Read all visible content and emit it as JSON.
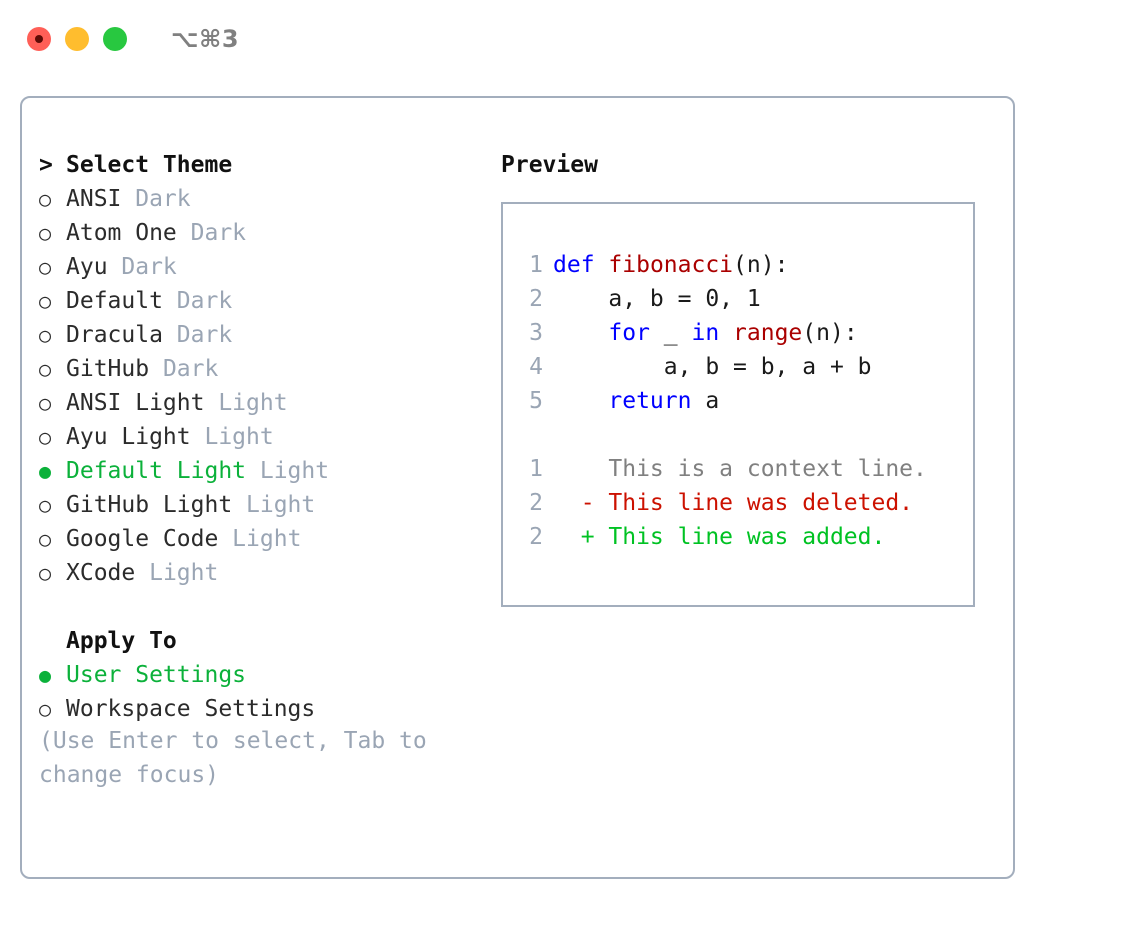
{
  "window": {
    "title": "⌥⌘3",
    "traffic_lights": [
      {
        "name": "close",
        "color": "#ff5f57"
      },
      {
        "name": "minimize",
        "color": "#ffbd2e"
      },
      {
        "name": "maximize",
        "color": "#28c840"
      }
    ]
  },
  "theme_panel": {
    "header_marker": ">",
    "header_label": "Select Theme",
    "themes": [
      {
        "marker": "○",
        "selected": false,
        "label": "ANSI",
        "suffix": " Dark"
      },
      {
        "marker": "○",
        "selected": false,
        "label": "Atom One",
        "suffix": " Dark"
      },
      {
        "marker": "○",
        "selected": false,
        "label": "Ayu",
        "suffix": " Dark"
      },
      {
        "marker": "○",
        "selected": false,
        "label": "Default",
        "suffix": " Dark"
      },
      {
        "marker": "○",
        "selected": false,
        "label": "Dracula",
        "suffix": " Dark"
      },
      {
        "marker": "○",
        "selected": false,
        "label": "GitHub",
        "suffix": " Dark"
      },
      {
        "marker": "○",
        "selected": false,
        "label": "ANSI Light",
        "suffix": " Light"
      },
      {
        "marker": "○",
        "selected": false,
        "label": "Ayu Light",
        "suffix": " Light"
      },
      {
        "marker": "●",
        "selected": true,
        "label": "Default Light",
        "suffix": " Light"
      },
      {
        "marker": "○",
        "selected": false,
        "label": "GitHub Light",
        "suffix": " Light"
      },
      {
        "marker": "○",
        "selected": false,
        "label": "Google Code",
        "suffix": " Light"
      },
      {
        "marker": "○",
        "selected": false,
        "label": "XCode",
        "suffix": " Light"
      }
    ]
  },
  "apply_to": {
    "header_label": "Apply To",
    "options": [
      {
        "marker": "●",
        "selected": true,
        "label": "User Settings"
      },
      {
        "marker": "○",
        "selected": false,
        "label": "Workspace Settings"
      }
    ]
  },
  "hint": {
    "text": "(Use Enter to select, Tab to change focus)"
  },
  "preview": {
    "title": "Preview",
    "code_lines": [
      {
        "number": "1",
        "tokens": [
          {
            "t": "def",
            "k": "kw"
          },
          {
            "t": " ",
            "k": "plain"
          },
          {
            "t": "fibonacci",
            "k": "fn"
          },
          {
            "t": "(n):",
            "k": "plain"
          }
        ]
      },
      {
        "number": "2",
        "tokens": [
          {
            "t": "    a, b = 0, 1",
            "k": "plain"
          }
        ]
      },
      {
        "number": "3",
        "tokens": [
          {
            "t": "    ",
            "k": "plain"
          },
          {
            "t": "for",
            "k": "kw"
          },
          {
            "t": " _ ",
            "k": "plain"
          },
          {
            "t": "in",
            "k": "kw"
          },
          {
            "t": " ",
            "k": "plain"
          },
          {
            "t": "range",
            "k": "fn"
          },
          {
            "t": "(n):",
            "k": "plain"
          }
        ]
      },
      {
        "number": "4",
        "tokens": [
          {
            "t": "        a, b = b, a + b",
            "k": "plain"
          }
        ]
      },
      {
        "number": "5",
        "tokens": [
          {
            "t": "    ",
            "k": "plain"
          },
          {
            "t": "return",
            "k": "kw"
          },
          {
            "t": " a",
            "k": "plain"
          }
        ]
      }
    ],
    "diff_lines": [
      {
        "number": "1",
        "sign": " ",
        "text": " This is a context line.",
        "kind": "context"
      },
      {
        "number": "2",
        "sign": "-",
        "text": " This line was deleted.",
        "kind": "deleted"
      },
      {
        "number": "2",
        "sign": "+",
        "text": " This line was added.",
        "kind": "added"
      }
    ]
  },
  "colors": {
    "accent_green": "#0bb13a",
    "muted_blue_gray": "#9aa5b4",
    "border": "#a3aebd",
    "keyword_blue": "#0000ff",
    "function_red": "#aa0000",
    "diff_deleted": "#cc1100",
    "diff_added": "#00c223",
    "diff_context": "#808080",
    "title_gray": "#808080"
  }
}
